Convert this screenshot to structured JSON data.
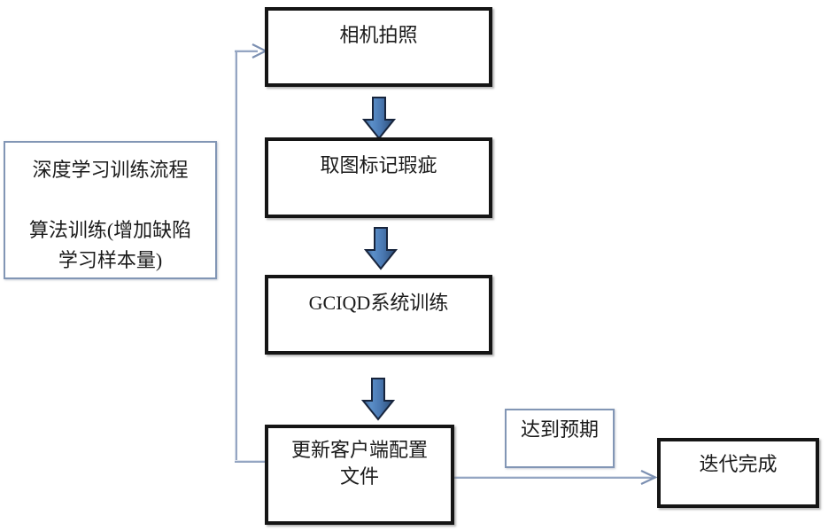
{
  "diagram": {
    "title_box": {
      "lines": "深度学习训练流程\n\n算法训练(增加缺陷\n学习样本量)",
      "line1": "深度学习训练流程",
      "line2": "算法训练(增加缺陷",
      "line3": "学习样本量)"
    },
    "nodes": [
      {
        "id": "camera-capture",
        "label": "相机拍照"
      },
      {
        "id": "mark-defects",
        "label": "取图标记瑕疵"
      },
      {
        "id": "gciqd-training",
        "label": "GCIQD系统训练"
      },
      {
        "id": "update-client-config",
        "label": "更新客户端配置\n文件"
      },
      {
        "id": "iteration-complete",
        "label": "迭代完成"
      }
    ],
    "edge_labels": [
      {
        "id": "meets-expectation",
        "label": "达到预期"
      }
    ],
    "colors": {
      "box_border": "#151515",
      "thin_box_border": "#8296b5",
      "arrow_fill_light": "#5b8fc9",
      "arrow_fill_dark": "#1f3864",
      "connector": "#6b80a5",
      "text": "#1b1b1b",
      "background": "#ffffff"
    },
    "icons": {
      "down_arrow": "down-arrow-icon",
      "right_arrow": "right-arrow-icon"
    }
  }
}
